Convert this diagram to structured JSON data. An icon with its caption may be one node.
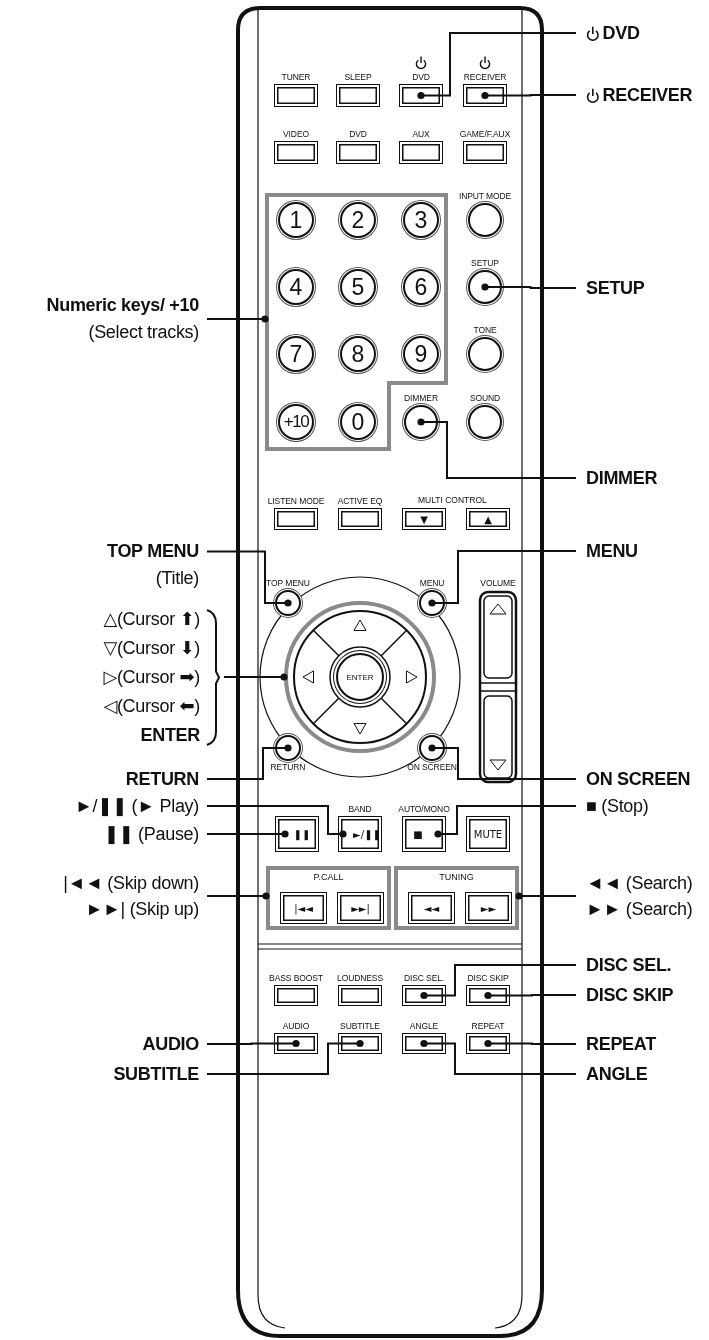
{
  "diagram": {
    "nodes": [
      {
        "text": [
          "DVD"
        ]
      },
      {
        "text": [
          "TUNER"
        ]
      },
      {
        "text": [
          "SLEEP"
        ]
      },
      {
        "text": [
          "DVD"
        ]
      },
      {
        "text": [
          "RECEIVER"
        ]
      },
      {
        "text": [
          "RECEIVER"
        ]
      },
      {
        "text": [
          "VIDEO"
        ]
      },
      {
        "text": [
          "DVD"
        ]
      },
      {
        "text": [
          "AUX"
        ]
      },
      {
        "text": [
          "GAME/F.AUX"
        ]
      },
      {
        "text": [
          "Numeric keys/ +10",
          "(Select tracks)"
        ]
      },
      {
        "text": [],
        "shape": "box"
      },
      {
        "text": [
          "1"
        ],
        "in": 11
      },
      {
        "text": [
          "2"
        ],
        "in": 11
      },
      {
        "text": [
          "3"
        ],
        "in": 11
      },
      {
        "text": [
          "4"
        ],
        "in": 11
      },
      {
        "text": [
          "5"
        ],
        "in": 11
      },
      {
        "text": [
          "6"
        ],
        "in": 11
      },
      {
        "text": [
          "7"
        ],
        "in": 11
      },
      {
        "text": [
          "8"
        ],
        "in": 11
      },
      {
        "text": [
          "9"
        ],
        "in": 11
      },
      {
        "text": [
          "+10"
        ],
        "in": 11
      },
      {
        "text": [
          "0"
        ],
        "in": 11
      },
      {
        "text": [
          "INPUT MODE"
        ]
      },
      {
        "text": [
          "SETUP"
        ]
      },
      {
        "text": [
          "SETUP"
        ]
      },
      {
        "text": [
          "TONE"
        ]
      },
      {
        "text": [
          "DIMMER"
        ]
      },
      {
        "text": [
          "SOUND"
        ]
      },
      {
        "text": [
          "DIMMER"
        ]
      },
      {
        "text": [
          "LISTEN MODE"
        ]
      },
      {
        "text": [
          "ACTIVE EQ"
        ]
      },
      {
        "text": [
          "▼"
        ]
      },
      {
        "text": [
          "▲"
        ]
      },
      {
        "text": [
          "TOP MENU",
          "(Title)"
        ]
      },
      {
        "text": [
          "TOP MENU"
        ]
      },
      {
        "text": [
          "MENU"
        ]
      },
      {
        "text": [
          "MENU"
        ]
      },
      {
        "text": [
          "VOLUME"
        ]
      },
      {
        "text": [
          "△(Cursor ⬆)",
          "▽(Cursor ⬇)",
          "▷(Cursor ➡)",
          "◁(Cursor ⬅)",
          "ENTER"
        ]
      },
      {
        "text": [],
        "shape": "circle"
      },
      {
        "text": [
          "ENTER"
        ],
        "in": 40
      },
      {
        "text": [
          "RETURN"
        ]
      },
      {
        "text": [
          "RETURN"
        ]
      },
      {
        "text": [
          "ON SCREEN"
        ]
      },
      {
        "text": [
          "ON SCREEN"
        ]
      },
      {
        "text": [
          "►/❚❚ (► Play)"
        ]
      },
      {
        "text": [
          "■ (Stop)"
        ]
      },
      {
        "text": [
          "❚❚ (Pause)"
        ]
      },
      {
        "text": [
          "❚❚"
        ]
      },
      {
        "text": [
          "BAND",
          "►/❚❚"
        ]
      },
      {
        "text": [
          "AUTO/MONO",
          "■"
        ]
      },
      {
        "text": [
          "MUTE"
        ]
      },
      {
        "text": [
          "|◄◄ (Skip down)",
          "►►| (Skip up)"
        ]
      },
      {
        "text": [
          "P.CALL"
        ]
      },
      {
        "text": [
          "|◄◄"
        ],
        "in": 54
      },
      {
        "text": [
          "►►|"
        ],
        "in": 54
      },
      {
        "text": [
          "TUNING"
        ]
      },
      {
        "text": [
          "◄◄"
        ],
        "in": 57
      },
      {
        "text": [
          "►►"
        ],
        "in": 57
      },
      {
        "text": [
          "◄◄ (Search)",
          "►► (Search)"
        ]
      },
      {
        "text": [
          "DISC SEL."
        ]
      },
      {
        "text": [
          "BASS BOOST"
        ]
      },
      {
        "text": [
          "LOUDNESS"
        ]
      },
      {
        "text": [
          "DISC SEL."
        ]
      },
      {
        "text": [
          "DISC SKIP"
        ]
      },
      {
        "text": [
          "DISC SKIP"
        ]
      },
      {
        "text": [
          "AUDIO"
        ]
      },
      {
        "text": [
          "AUDIO"
        ]
      },
      {
        "text": [
          "SUBTITLE"
        ]
      },
      {
        "text": [
          "ANGLE"
        ]
      },
      {
        "text": [
          "REPEAT"
        ]
      },
      {
        "text": [
          "REPEAT"
        ]
      },
      {
        "text": [
          "SUBTITLE"
        ]
      },
      {
        "text": [
          "ANGLE"
        ]
      }
    ],
    "edges": [
      {
        "from": 0,
        "to": 3,
        "arrow": "other"
      },
      {
        "from": 5,
        "to": 4,
        "arrow": "other"
      },
      {
        "from": 10,
        "to": 11,
        "arrow": "other"
      },
      {
        "from": 25,
        "to": 24,
        "arrow": "other"
      },
      {
        "from": 29,
        "to": 27,
        "arrow": "other"
      },
      {
        "from": 34,
        "to": 35,
        "arrow": "other"
      },
      {
        "from": 37,
        "to": 36,
        "arrow": "other"
      },
      {
        "from": 39,
        "to": 40,
        "arrow": "other"
      },
      {
        "from": 42,
        "to": 43,
        "arrow": "other"
      },
      {
        "from": 45,
        "to": 44,
        "arrow": "other"
      },
      {
        "from": 46,
        "to": 50,
        "arrow": "other"
      },
      {
        "from": 47,
        "to": 51,
        "arrow": "other"
      },
      {
        "from": 48,
        "to": 49,
        "arrow": "other"
      },
      {
        "from": 53,
        "to": 54,
        "arrow": "other"
      },
      {
        "from": 60,
        "to": 57,
        "arrow": "other"
      },
      {
        "from": 61,
        "to": 64,
        "arrow": "other"
      },
      {
        "from": 66,
        "to": 65,
        "arrow": "other"
      },
      {
        "from": 67,
        "to": 68,
        "arrow": "other"
      },
      {
        "from": 73,
        "to": 69,
        "arrow": "other"
      },
      {
        "from": 72,
        "to": 71,
        "arrow": "other"
      },
      {
        "from": 74,
        "to": 70,
        "arrow": "other"
      }
    ],
    "labels": [
      "MULTI CONTROL"
    ]
  }
}
